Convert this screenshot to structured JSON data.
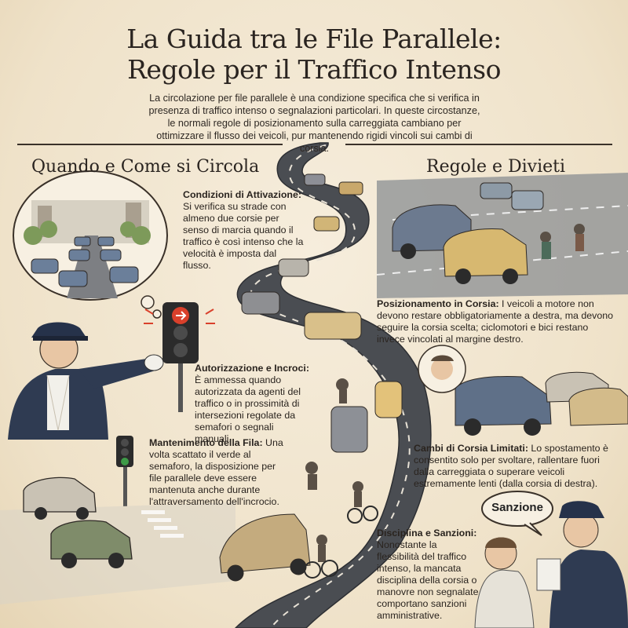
{
  "header": {
    "title_line1": "La Guida tra le File Parallele:",
    "title_line2": "Regole per il Traffico Intenso",
    "intro": "La circolazione per file parallele è una condizione specifica che si verifica in presenza di traffico intenso o segnalazioni particolari. In queste circostanze, le normali regole di posizionamento sulla carreggiata cambiano per ottimizzare il flusso dei veicoli, pur mantenendo rigidi vincoli sui cambi di corsia."
  },
  "left_section": {
    "heading": "Quando e Come si Circola",
    "blocks": [
      {
        "title": "Condizioni di Attivazione:",
        "text": "Si verifica su strade con almeno due corsie per senso di marcia quando il traffico è così intenso che la velocità è imposta dal flusso."
      },
      {
        "title": "Autorizzazione e Incroci:",
        "text": "È ammessa quando autorizzata da agenti del traffico o in prossimità di intersezioni regolate da semafori o segnali manuali."
      },
      {
        "title": "Mantenimento della Fila:",
        "text": "Una volta scattato il verde al semaforo, la disposizione per file parallele deve essere mantenuta anche durante l'attraversamento dell'incrocio."
      }
    ]
  },
  "right_section": {
    "heading": "Regole e Divieti",
    "blocks": [
      {
        "title": "Posizionamento in Corsia:",
        "text": "I veicoli a motore non devono restare obbligatoriamente a destra, ma devono seguire la corsia scelta; ciclomotori e bici restano invece vincolati al margine destro."
      },
      {
        "title": "Cambi di Corsia Limitati:",
        "text": "Lo spostamento è consentito solo per svoltare, rallentare fuori dalla carreggiata o superare veicoli estremamente lenti (dalla corsia di destra)."
      },
      {
        "title": "Disciplina e Sanzioni:",
        "text": "Nonostante la flessibilità del traffico intenso, la mancata disciplina della corsia o manovre non segnalate comportano sanzioni amministrative."
      }
    ]
  },
  "speech_bubble": "Sanzione",
  "colors": {
    "paper": "#f3e9d6",
    "ink": "#2a2420",
    "road": "#4a4d52",
    "traffic_red": "#d9402b",
    "traffic_green": "#3e9a48"
  }
}
